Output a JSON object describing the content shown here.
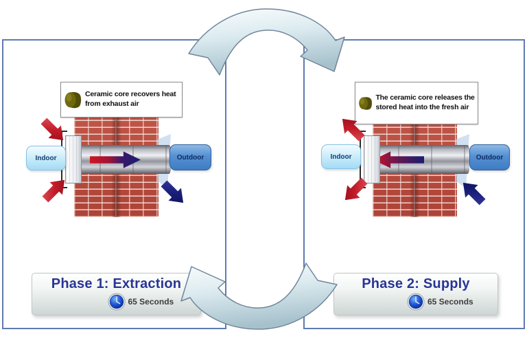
{
  "diagram": {
    "subject": "Ceramic core heat recovery ventilation cycle",
    "panels": [
      {
        "callout_text": "Ceramic core recovers heat from exhaust air",
        "indoor_label": "Indoor",
        "outdoor_label": "Outdoor",
        "tube_arrow_direction": "indoor to outdoor",
        "phase_title": "Phase 1: Extraction",
        "timer_label": "65 Seconds"
      },
      {
        "callout_text": "The ceramic core releases the stored heat into the fresh air",
        "indoor_label": "Indoor",
        "outdoor_label": "Outdoor",
        "tube_arrow_direction": "outdoor to indoor",
        "phase_title": "Phase 2: Supply",
        "timer_label": "65 Seconds"
      }
    ],
    "cycle": {
      "top_arrow_direction": "phase 1 to phase 2",
      "bottom_arrow_direction": "phase 2 to phase 1"
    },
    "icons": {
      "ceramic_core": "ceramic-core-icon",
      "clock": "clock-icon",
      "warm_air_arrow": "red-diagonal-arrow",
      "cold_air_arrow": "navy-diagonal-arrow",
      "cycle_arrow": "curved-cycle-arrow"
    },
    "colors": {
      "warm_air": "#c11b28",
      "cold_air": "#191d6f",
      "panel_border": "#5e7ab0",
      "phase_title_text": "#293594",
      "cycle_arrow_fill": "#d6e5ea",
      "ceramic_core": "#6e680f",
      "clock_face": "#1e57d6",
      "brick": "#b44a3c"
    }
  }
}
